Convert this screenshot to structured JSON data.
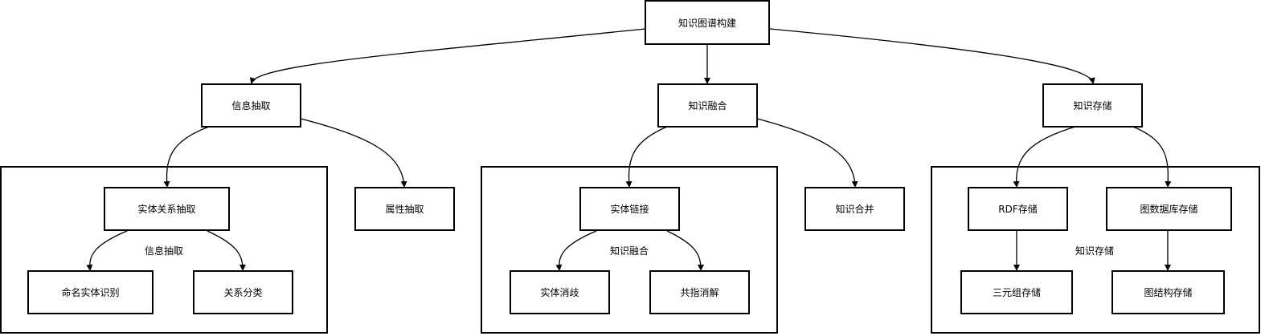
{
  "nodes": {
    "root": "知识图谱构建",
    "info_extract": "信息抽取",
    "knowledge_fusion": "知识融合",
    "knowledge_storage": "知识存储",
    "entity_relation_extract": "实体关系抽取",
    "attribute_extract": "属性抽取",
    "ner": "命名实体识别",
    "relation_classify": "关系分类",
    "entity_linking": "实体链接",
    "knowledge_merge": "知识合并",
    "entity_disambiguation": "实体消歧",
    "coreference": "共指消解",
    "rdf_storage": "RDF存储",
    "graph_db_storage": "图数据库存储",
    "triple_storage": "三元组存储",
    "graph_structure_storage": "图结构存储"
  },
  "groups": {
    "info_extract_label": "信息抽取",
    "knowledge_fusion_label": "知识融合",
    "knowledge_storage_label": "知识存储"
  }
}
